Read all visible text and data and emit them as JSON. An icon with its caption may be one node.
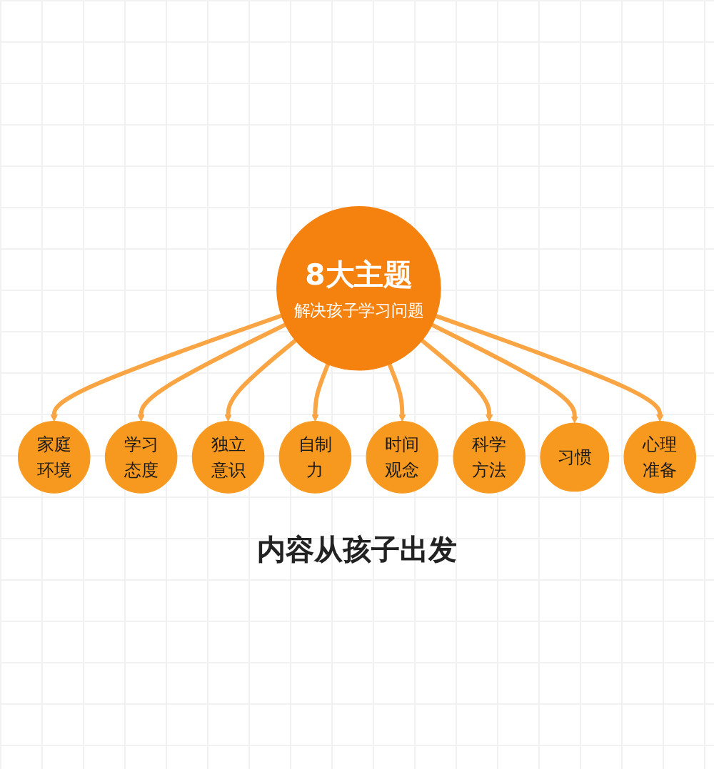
{
  "diagram": {
    "nodes": [
      {
        "text": [
          "8大主题",
          "解决孩子学习问题"
        ]
      },
      {
        "text": [
          "家庭环境"
        ]
      },
      {
        "text": [
          "学习态度"
        ]
      },
      {
        "text": [
          "独立意识"
        ]
      },
      {
        "text": [
          "自制力"
        ]
      },
      {
        "text": [
          "时间观念"
        ]
      },
      {
        "text": [
          "科学方法"
        ]
      },
      {
        "text": [
          "习惯"
        ]
      },
      {
        "text": [
          "心理准备"
        ]
      }
    ],
    "edges": [
      {
        "from": 0,
        "to": 1,
        "arrow": "to"
      },
      {
        "from": 0,
        "to": 2,
        "arrow": "to"
      },
      {
        "from": 0,
        "to": 3,
        "arrow": "to"
      },
      {
        "from": 0,
        "to": 4,
        "arrow": "to"
      },
      {
        "from": 0,
        "to": 5,
        "arrow": "to"
      },
      {
        "from": 0,
        "to": 6,
        "arrow": "to"
      },
      {
        "from": 0,
        "to": 7,
        "arrow": "to"
      },
      {
        "from": 0,
        "to": 8,
        "arrow": "to"
      }
    ],
    "labels": [
      "内容从孩子出发"
    ]
  }
}
